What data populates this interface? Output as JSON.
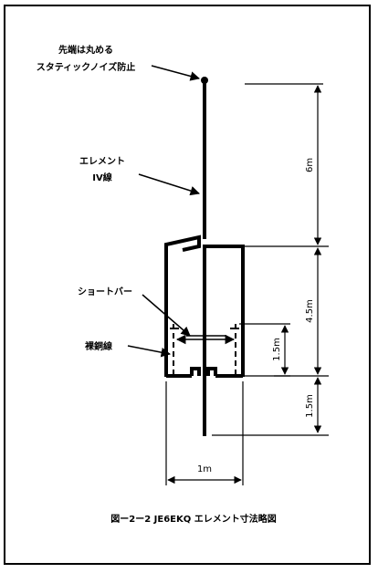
{
  "labels": {
    "tip_line1": "先端は丸める",
    "tip_line2": "スタティックノイズ防止",
    "element_line1": "エレメント",
    "element_line2": "IV線",
    "short_bar": "ショートバー",
    "bare_wire": "裸銅線"
  },
  "dimensions": {
    "upper": "6m",
    "middle": "4.5m",
    "inner": "1.5m",
    "lower": "1.5m",
    "width": "1m"
  },
  "caption": "図ー2ー2 JE6EKQ エレメント寸法略図"
}
